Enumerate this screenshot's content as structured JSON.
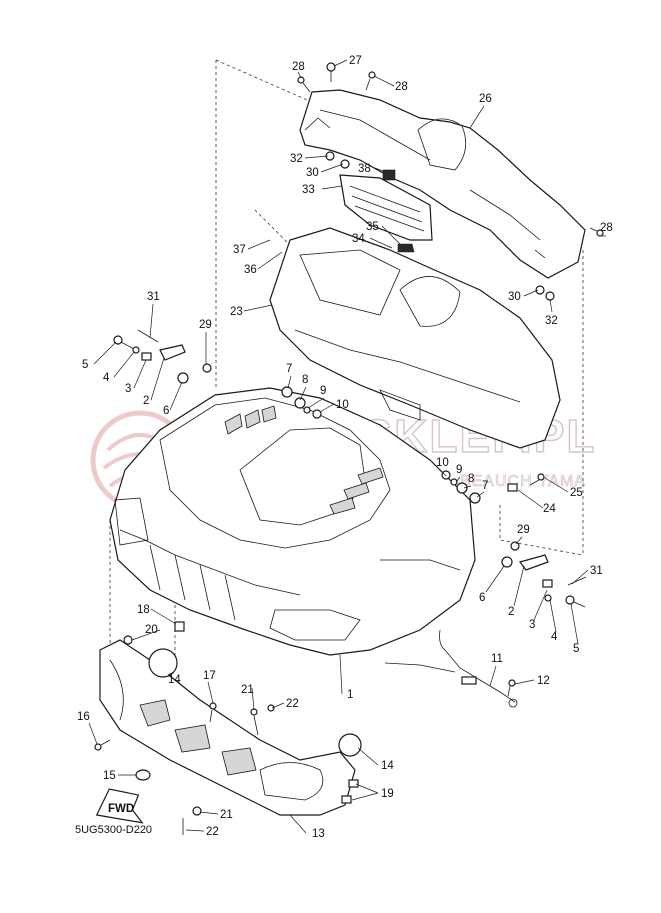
{
  "diagram": {
    "code": "5UG5300-D220",
    "fwd_label": "FWD",
    "watermark": {
      "name": "YAMA-SKLEP.PL",
      "location": "WOLICA UL. LIECHOWICKA 1 BEAUCH YAMA"
    },
    "callouts": [
      {
        "id": "c27",
        "text": "27"
      },
      {
        "id": "c28a",
        "text": "28"
      },
      {
        "id": "c28b",
        "text": "28"
      },
      {
        "id": "c26",
        "text": "26"
      },
      {
        "id": "c32a",
        "text": "32"
      },
      {
        "id": "c30a",
        "text": "30"
      },
      {
        "id": "c38",
        "text": "38"
      },
      {
        "id": "c33",
        "text": "33"
      },
      {
        "id": "c28c",
        "text": "28"
      },
      {
        "id": "c35",
        "text": "35"
      },
      {
        "id": "c34",
        "text": "34"
      },
      {
        "id": "c37",
        "text": "37"
      },
      {
        "id": "c36",
        "text": "36"
      },
      {
        "id": "c30b",
        "text": "30"
      },
      {
        "id": "c32b",
        "text": "32"
      },
      {
        "id": "c31a",
        "text": "31"
      },
      {
        "id": "c29a",
        "text": "29"
      },
      {
        "id": "c23",
        "text": "23"
      },
      {
        "id": "c5a",
        "text": "5"
      },
      {
        "id": "c4a",
        "text": "4"
      },
      {
        "id": "c3a",
        "text": "3"
      },
      {
        "id": "c2a",
        "text": "2"
      },
      {
        "id": "c6a",
        "text": "6"
      },
      {
        "id": "c7a",
        "text": "7"
      },
      {
        "id": "c8a",
        "text": "8"
      },
      {
        "id": "c9a",
        "text": "9"
      },
      {
        "id": "c10a",
        "text": "10"
      },
      {
        "id": "c10b",
        "text": "10"
      },
      {
        "id": "c9b",
        "text": "9"
      },
      {
        "id": "c8b",
        "text": "8"
      },
      {
        "id": "c7b",
        "text": "7"
      },
      {
        "id": "c25",
        "text": "25"
      },
      {
        "id": "c24",
        "text": "24"
      },
      {
        "id": "c29b",
        "text": "29"
      },
      {
        "id": "c31b",
        "text": "31"
      },
      {
        "id": "c6b",
        "text": "6"
      },
      {
        "id": "c2b",
        "text": "2"
      },
      {
        "id": "c3b",
        "text": "3"
      },
      {
        "id": "c4b",
        "text": "4"
      },
      {
        "id": "c5b",
        "text": "5"
      },
      {
        "id": "c18",
        "text": "18"
      },
      {
        "id": "c20",
        "text": "20"
      },
      {
        "id": "c14a",
        "text": "14"
      },
      {
        "id": "c1",
        "text": "1"
      },
      {
        "id": "c11",
        "text": "11"
      },
      {
        "id": "c12",
        "text": "12"
      },
      {
        "id": "c17",
        "text": "17"
      },
      {
        "id": "c21a",
        "text": "21"
      },
      {
        "id": "c22a",
        "text": "22"
      },
      {
        "id": "c16",
        "text": "16"
      },
      {
        "id": "c14b",
        "text": "14"
      },
      {
        "id": "c15",
        "text": "15"
      },
      {
        "id": "c19",
        "text": "19"
      },
      {
        "id": "c21b",
        "text": "21"
      },
      {
        "id": "c22b",
        "text": "22"
      },
      {
        "id": "c13",
        "text": "13"
      }
    ]
  }
}
